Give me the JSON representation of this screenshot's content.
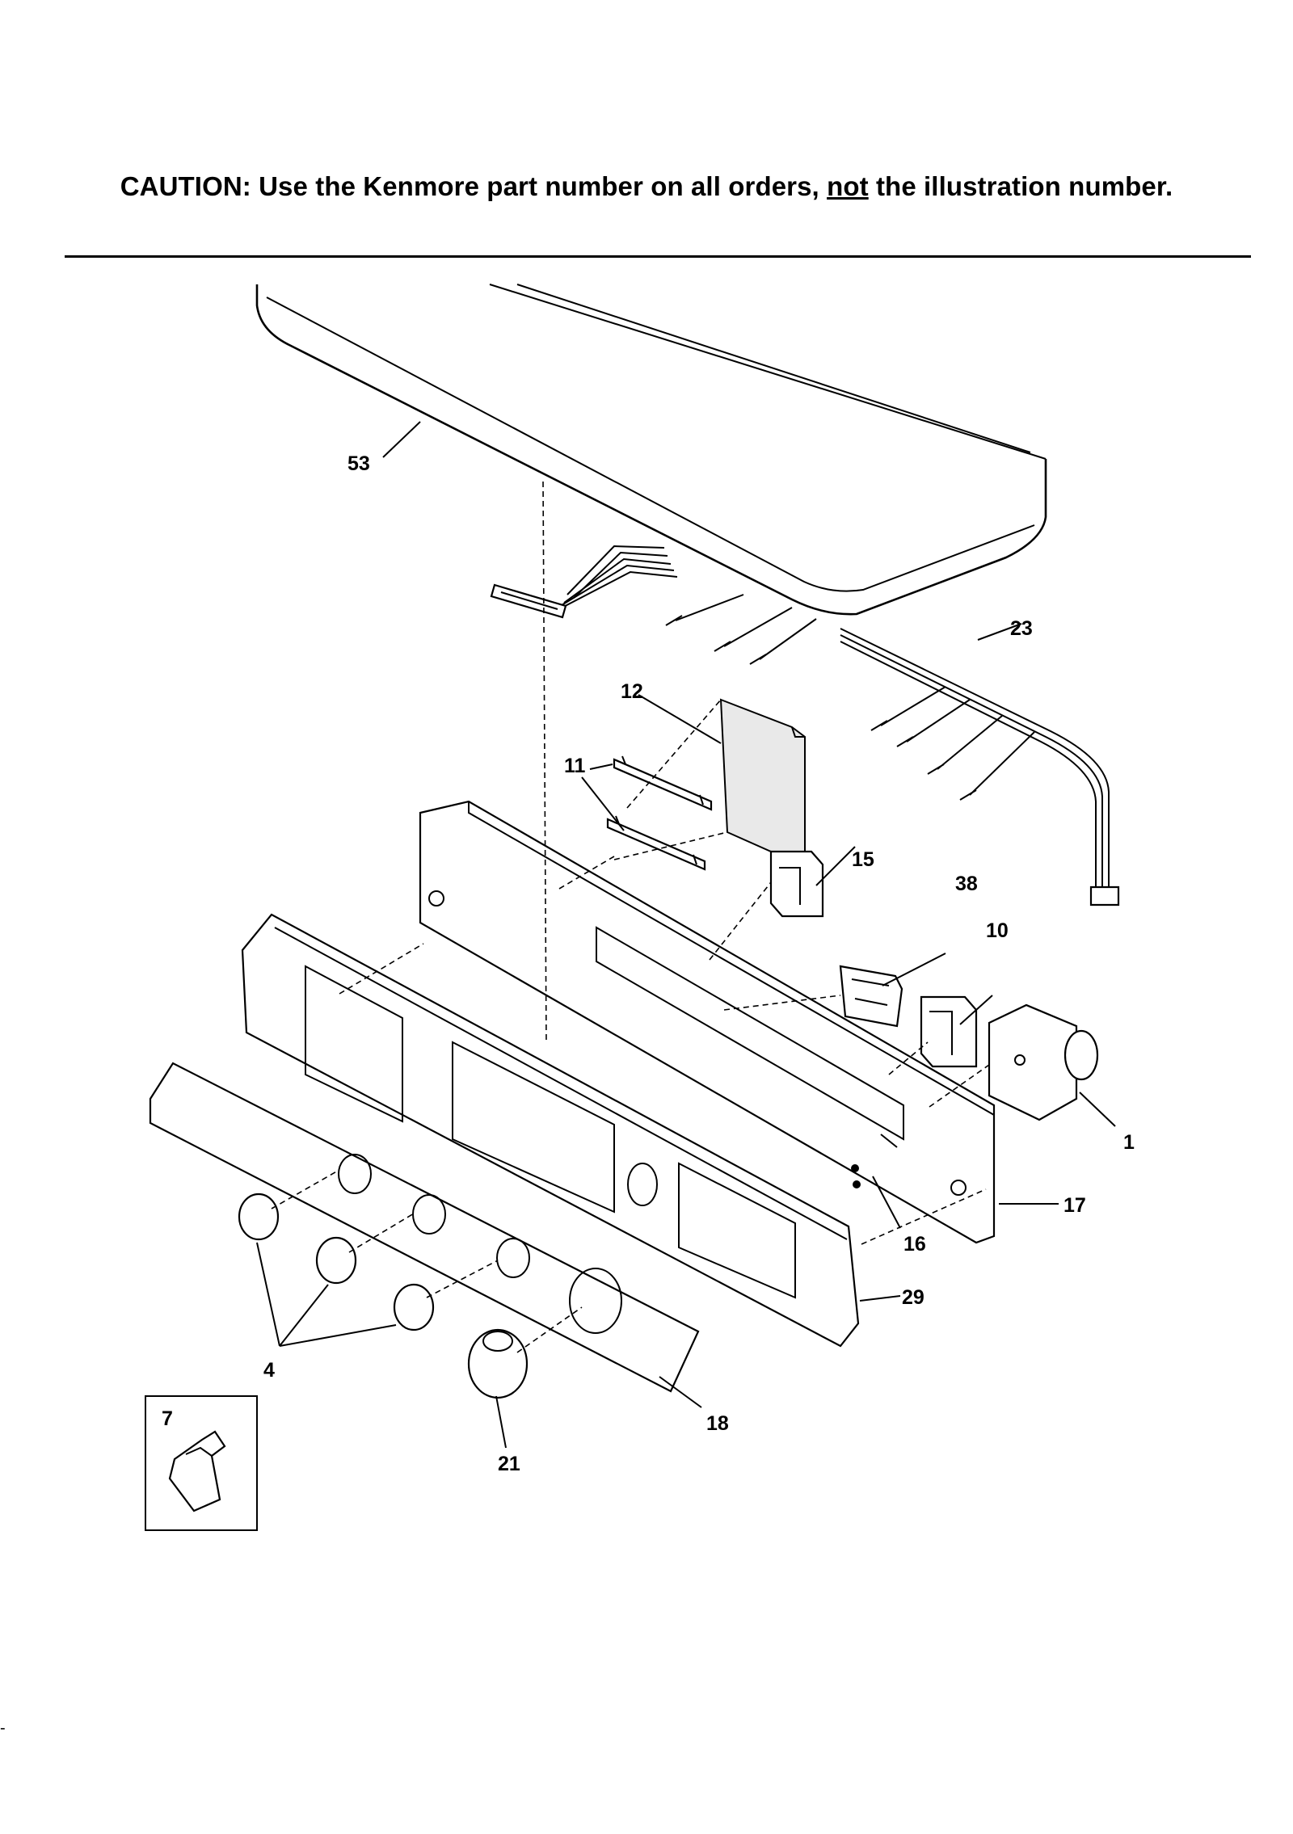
{
  "header": {
    "caution_prefix": "CAUTION: Use the Kenmore part number on all orders, ",
    "caution_emphasis": "not",
    "caution_suffix": " the illustration number."
  },
  "callouts": {
    "c53": "53",
    "c23": "23",
    "c12": "12",
    "c11": "11",
    "c15": "15",
    "c38": "38",
    "c10": "10",
    "c1": "1",
    "c17": "17",
    "c16": "16",
    "c29": "29",
    "c18": "18",
    "c4": "4",
    "c21": "21",
    "c7": "7"
  },
  "edge_mark": "-"
}
